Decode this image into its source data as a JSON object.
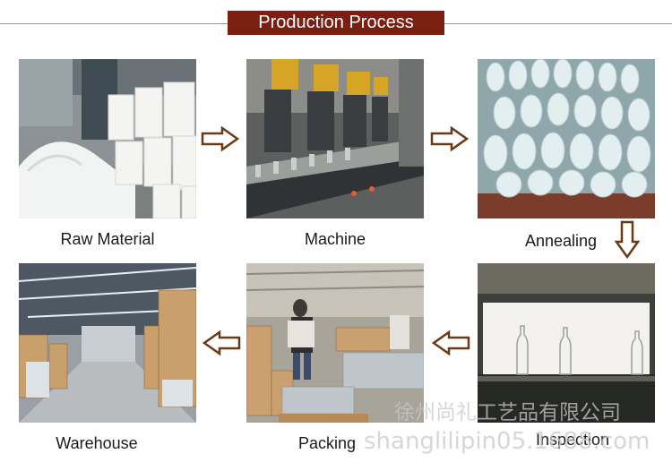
{
  "header": {
    "title": "Production Process"
  },
  "steps": [
    {
      "label": "Raw Material",
      "image": "raw-material-photo"
    },
    {
      "label": "Machine",
      "image": "machine-photo"
    },
    {
      "label": "Annealing",
      "image": "annealing-photo"
    },
    {
      "label": "Inspection",
      "image": "inspection-photo"
    },
    {
      "label": "Packing",
      "image": "packing-photo"
    },
    {
      "label": "Warehouse",
      "image": "warehouse-photo"
    }
  ],
  "watermark": {
    "company": "徐州尚礼工艺品有限公司",
    "url": "shanglilipin05.1688.com"
  },
  "colors": {
    "header_bg": "#7a1f12",
    "arrow_outline": "#6b3a14"
  }
}
